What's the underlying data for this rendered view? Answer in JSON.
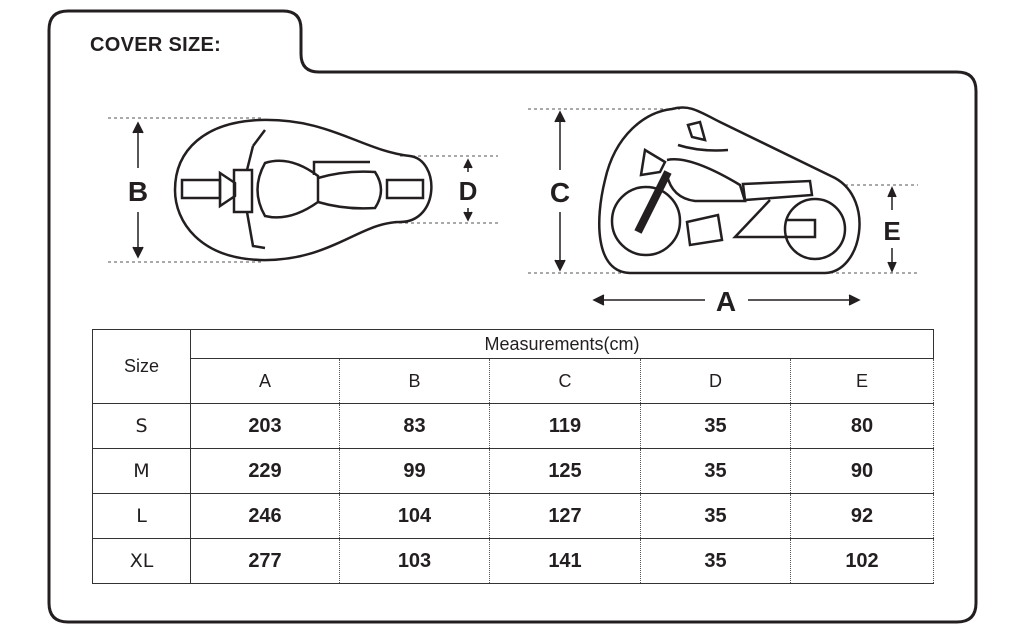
{
  "title": "COVER SIZE:",
  "diagram_labels": {
    "A": "A",
    "B": "B",
    "C": "C",
    "D": "D",
    "E": "E"
  },
  "table": {
    "size_header": "Size",
    "group_header": "Measurements(cm)",
    "columns": [
      "A",
      "B",
      "C",
      "D",
      "E"
    ],
    "rows": [
      {
        "size": "S",
        "values": [
          "203",
          "83",
          "119",
          "35",
          "80"
        ]
      },
      {
        "size": "M",
        "values": [
          "229",
          "99",
          "125",
          "35",
          "90"
        ]
      },
      {
        "size": "L",
        "values": [
          "246",
          "104",
          "127",
          "35",
          "92"
        ]
      },
      {
        "size": "XL",
        "values": [
          "277",
          "103",
          "141",
          "35",
          "102"
        ]
      }
    ]
  }
}
